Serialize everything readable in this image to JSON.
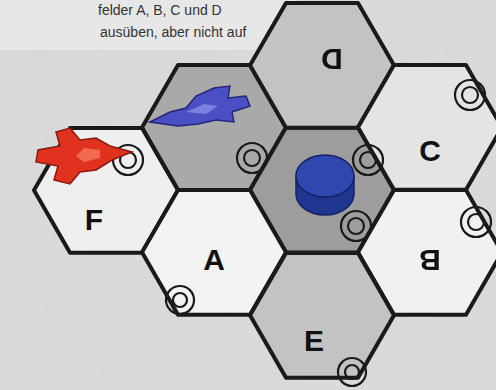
{
  "diagram": {
    "nodes": [
      {
        "text": [
          "D"
        ]
      },
      {
        "text": [
          "C"
        ]
      },
      {
        "text": [
          "F"
        ]
      },
      {
        "text": [
          "A"
        ]
      },
      {
        "text": [
          "B"
        ]
      },
      {
        "text": [
          "E"
        ]
      }
    ],
    "labels": [
      "felder A, B, C und D",
      "ausüben, aber nicht auf"
    ]
  }
}
